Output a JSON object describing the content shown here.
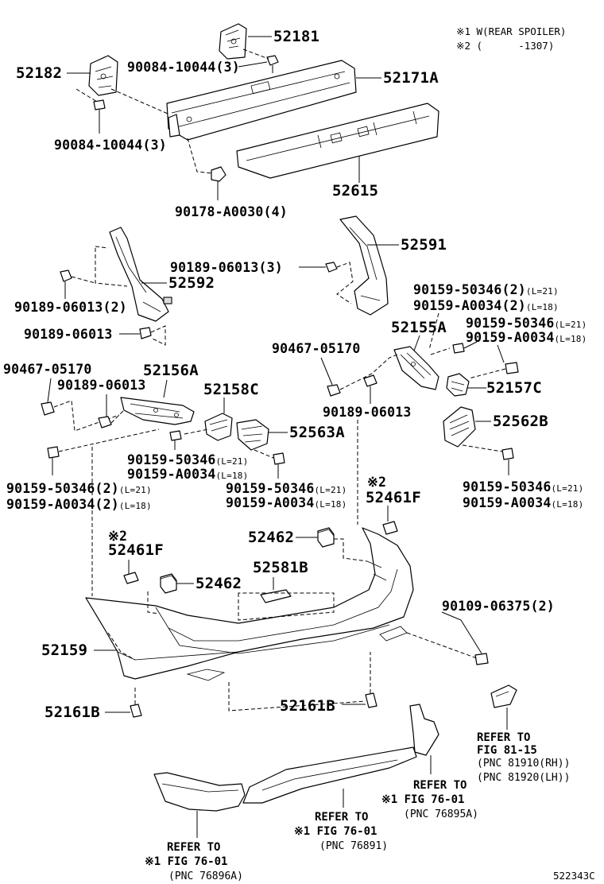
{
  "notes": {
    "n1": "※1 W(REAR SPOILER)",
    "n2": "※2 (      -1307)"
  },
  "labels": {
    "p52181": "52181",
    "p52182": "52182",
    "p52171A": "52171A",
    "b90084_a": "90084-10044(3)",
    "b90084_b": "90084-10044(3)",
    "p52615": "52615",
    "n90178": "90178-A0030(4)",
    "p52591": "52591",
    "p52592": "52592",
    "c90189_3": "90189-06013(3)",
    "c90189_2": "90189-06013(2)",
    "c90189_1": "90189-06013",
    "s90159_50346_r2": "90159-50346(2)",
    "s90159_50346_r2_l": "(L=21)",
    "s90159_A0034_r2": "90159-A0034(2)",
    "s90159_A0034_r2_l": "(L=18)",
    "p52155A": "52155A",
    "s90159_50346_r": "90159-50346",
    "s90159_50346_r_l": "(L=21)",
    "s90159_A0034_r": "90159-A0034",
    "s90159_A0034_r_l": "(L=18)",
    "c90467_r": "90467-05170",
    "c90467_l": "90467-05170",
    "p52156A": "52156A",
    "c90189_l": "90189-06013",
    "p52158C": "52158C",
    "p52157C": "52157C",
    "c90189_m": "90189-06013",
    "p52562B": "52562B",
    "p52563A": "52563A",
    "s90159_50346_m": "90159-50346",
    "s90159_50346_m_l": "(L=21)",
    "s90159_A0034_m": "90159-A0034",
    "s90159_A0034_m_l": "(L=18)",
    "s90159_50346_l2": "90159-50346(2)",
    "s90159_50346_l2_l": "(L=21)",
    "s90159_A0034_l2": "90159-A0034(2)",
    "s90159_A0034_l2_l": "(L=18)",
    "s90159_50346_c": "90159-50346",
    "s90159_50346_c_l": "(L=21)",
    "s90159_A0034_c": "90159-A0034",
    "s90159_A0034_c_l": "(L=18)",
    "s90159_50346_rr": "90159-50346",
    "s90159_50346_rr_l": "(L=21)",
    "s90159_A0034_rr": "90159-A0034",
    "s90159_A0034_rr_l": "(L=18)",
    "mark2_r": "※2",
    "p52461F_r": "52461F",
    "mark2_l": "※2",
    "p52461F_l": "52461F",
    "p52462_r": "52462",
    "p52462_l": "52462",
    "p52581B": "52581B",
    "s90109": "90109-06375(2)",
    "p52159": "52159",
    "p52161B_l": "52161B",
    "p52161B_r": "52161B"
  },
  "refs": {
    "lamp": {
      "line1": "REFER TO",
      "line2": "FIG 81-15",
      "line3": "(PNC 81910(RH))",
      "line4": "(PNC 81920(LH))"
    },
    "r76895": {
      "line1": "REFER TO",
      "line2": "※1 FIG 76-01",
      "line3": "(PNC 76895A)"
    },
    "r76891": {
      "line1": "REFER TO",
      "line2": "※1 FIG 76-01",
      "line3": "(PNC 76891)"
    },
    "r76896": {
      "line1": "REFER TO",
      "line2": "※1 FIG 76-01",
      "line3": "(PNC 76896A)"
    }
  },
  "illustration_id": "522343C"
}
